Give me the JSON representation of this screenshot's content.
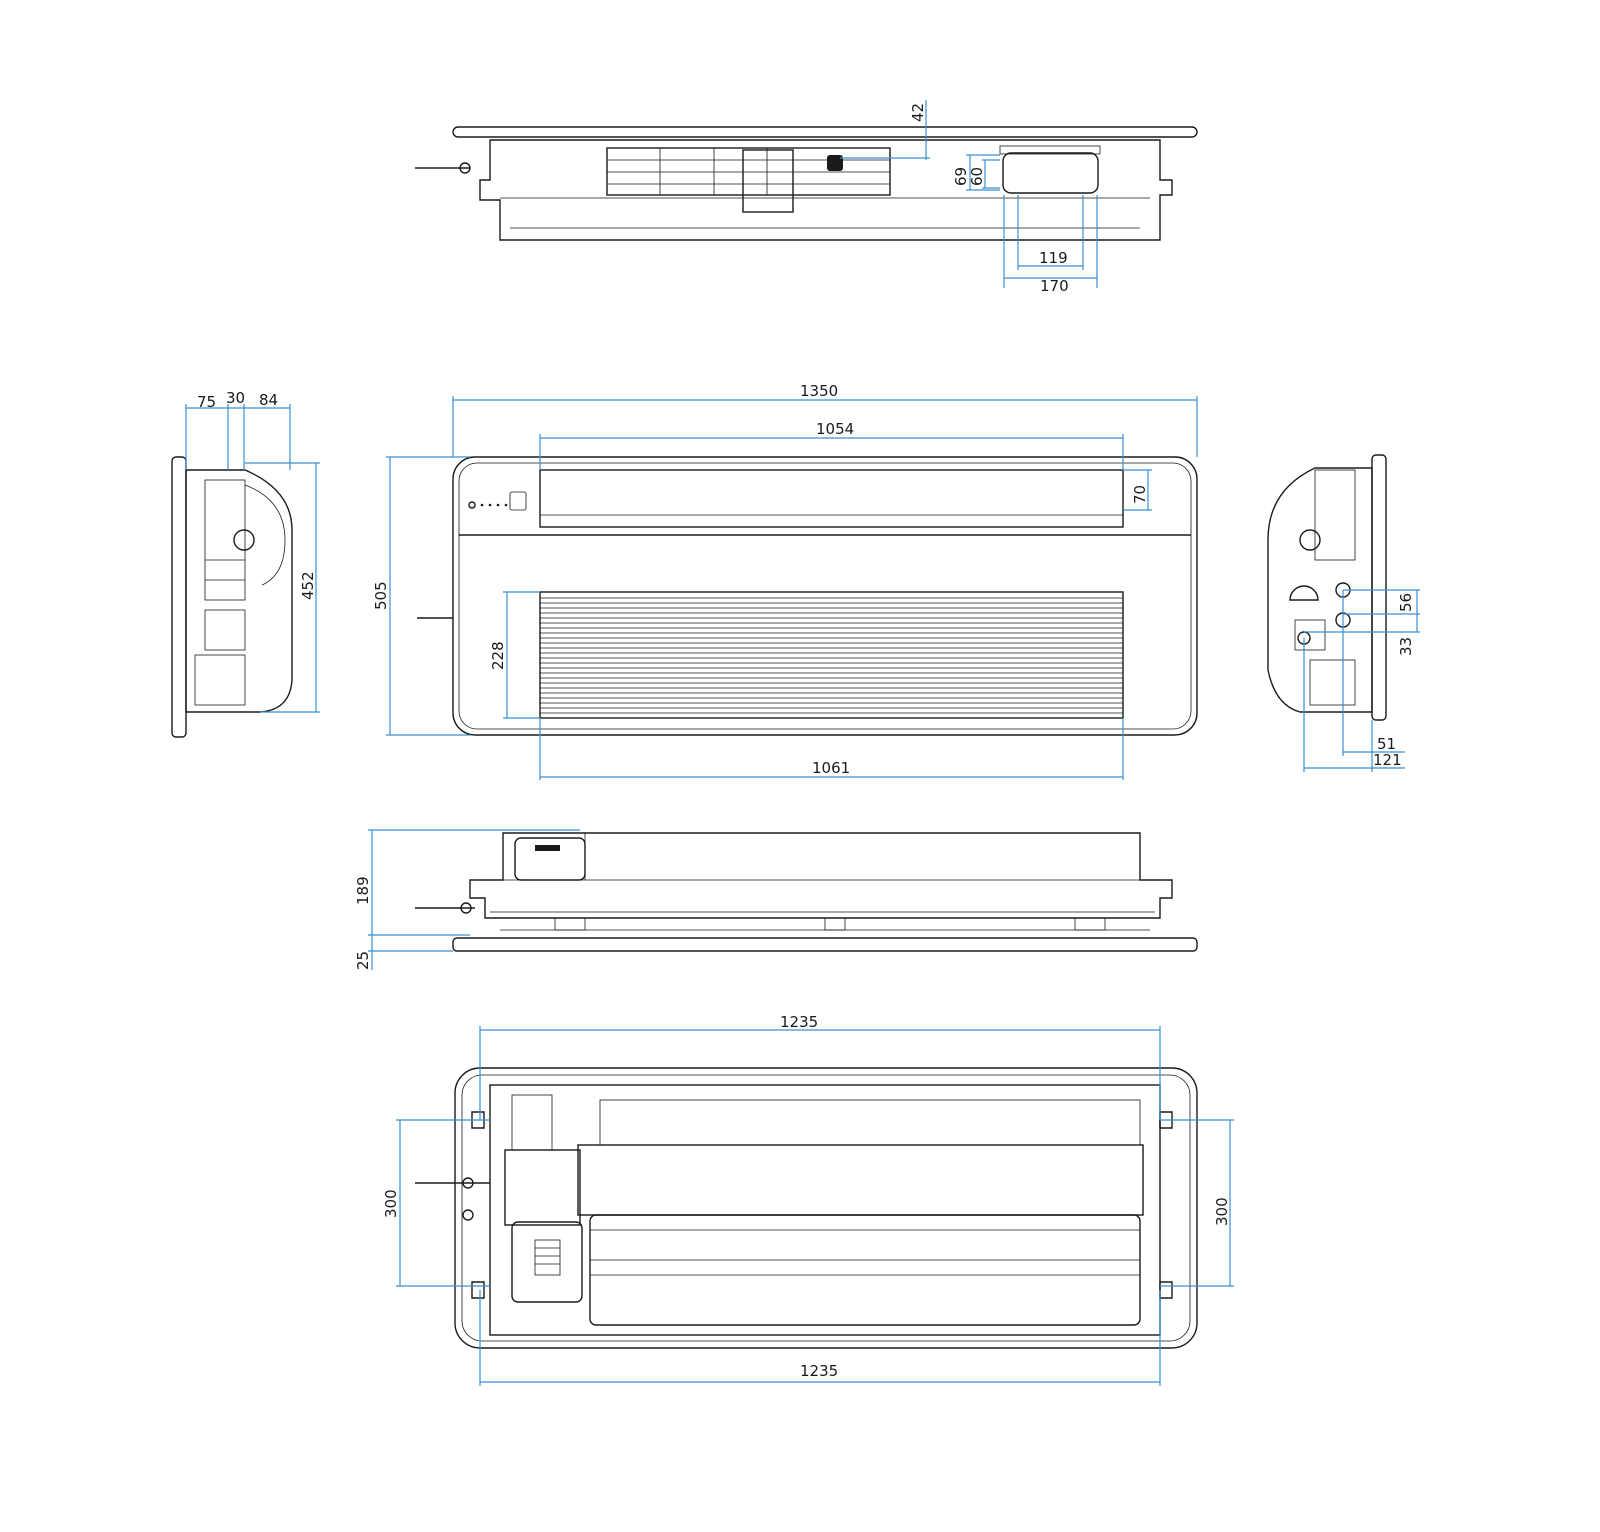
{
  "accent_color": "#3a8fd0",
  "views": {
    "top": {
      "dims": {
        "d42": "42",
        "d69": "69",
        "d60": "60",
        "d119": "119",
        "d170": "170"
      }
    },
    "front": {
      "dims": {
        "d1350": "1350",
        "d1054": "1054",
        "d70": "70",
        "d505": "505",
        "d228": "228",
        "d1061": "1061"
      }
    },
    "left": {
      "dims": {
        "d75": "75",
        "d30": "30",
        "d84": "84",
        "d452": "452"
      }
    },
    "right": {
      "dims": {
        "d56": "56",
        "d33": "33",
        "d51": "51",
        "d121": "121"
      }
    },
    "side": {
      "dims": {
        "d189": "189",
        "d25": "25"
      }
    },
    "bottom": {
      "dims": {
        "top1235": "1235",
        "left300": "300",
        "right300": "300",
        "bottom1235": "1235"
      }
    }
  }
}
